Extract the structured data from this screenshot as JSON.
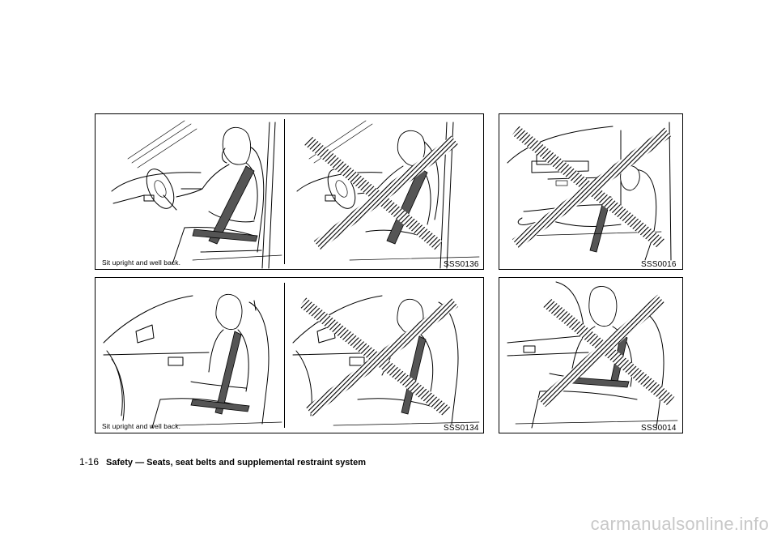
{
  "panels": {
    "top_left": {
      "caption": "Sit upright and well back.",
      "code": "SSS0136"
    },
    "top_right": {
      "code": "SSS0016"
    },
    "bottom_left": {
      "caption": "Sit upright and well back.",
      "code": "SSS0134"
    },
    "bottom_right": {
      "code": "SSS0014"
    }
  },
  "footer": {
    "page": "1-16",
    "title": "Safety — Seats, seat belts and supplemental restraint system"
  },
  "watermark": "carmanualsonline.info",
  "colors": {
    "ink": "#000000",
    "belt": "#555555",
    "watermark": "#c8c8c8"
  }
}
